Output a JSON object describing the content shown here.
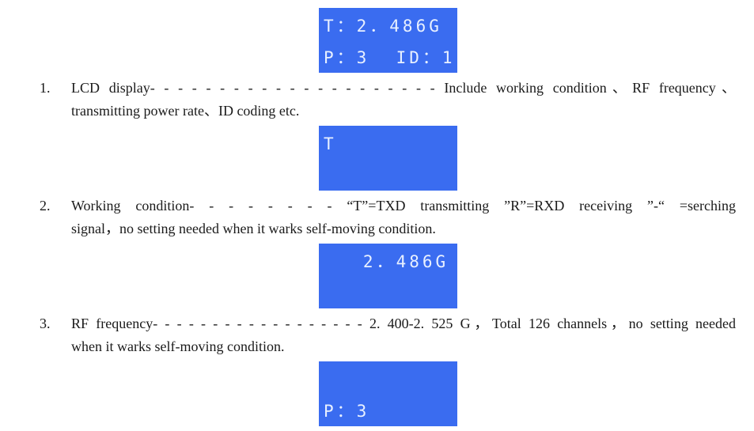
{
  "lcd_panels": [
    {
      "lines": [
        "T：2．486G",
        "P：3  ID：1"
      ]
    },
    {
      "lines": [
        "T"
      ]
    },
    {
      "lines": [
        "   2．486G"
      ]
    },
    {
      "lines": [
        "P：3"
      ]
    }
  ],
  "items": [
    {
      "number": "1.",
      "line1": "LCD   display- - - - - - - - - - - - - -   - - - - - - - Include working condition、RF frequency、",
      "line2": "transmitting power rate、ID coding etc."
    },
    {
      "number": "2.",
      "line1": "Working condition- - - - - - - - “T”=TXD transmitting  ”R”=RXD receiving   ”-“ =serching",
      "line2": "signal，no setting needed when it warks self-moving condition."
    },
    {
      "number": "3.",
      "line1": "RF frequency- - - - - - - - - - - - - - - - - - 2. 400-2. 525 G，Total 126 channels，no setting needed",
      "line2": "when it warks self-moving condition."
    }
  ]
}
